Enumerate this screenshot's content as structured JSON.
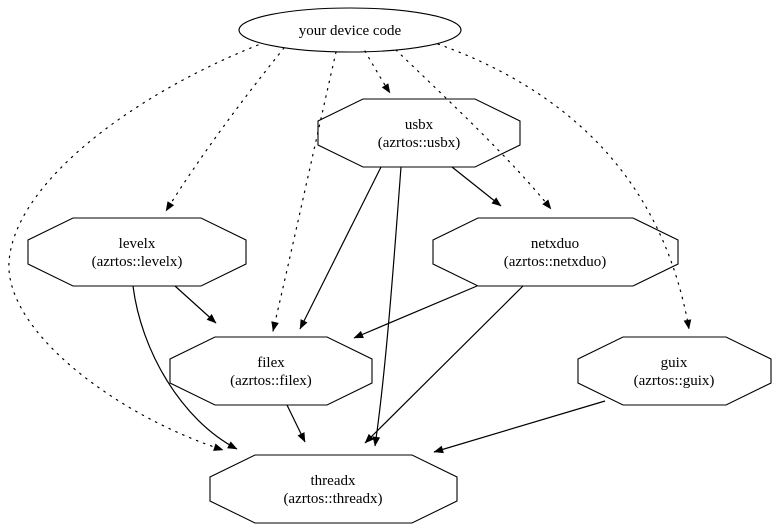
{
  "diagram": {
    "type": "dependency-graph",
    "background_color": "#ffffff",
    "stroke_color": "#000000",
    "nodes": {
      "device_code": {
        "label": "your device code",
        "shape": "ellipse"
      },
      "usbx": {
        "name": "usbx",
        "pkg": "(azrtos::usbx)",
        "shape": "octagon"
      },
      "levelx": {
        "name": "levelx",
        "pkg": "(azrtos::levelx)",
        "shape": "octagon"
      },
      "netxduo": {
        "name": "netxduo",
        "pkg": "(azrtos::netxduo)",
        "shape": "octagon"
      },
      "filex": {
        "name": "filex",
        "pkg": "(azrtos::filex)",
        "shape": "octagon"
      },
      "guix": {
        "name": "guix",
        "pkg": "(azrtos::guix)",
        "shape": "octagon"
      },
      "threadx": {
        "name": "threadx",
        "pkg": "(azrtos::threadx)",
        "shape": "octagon"
      }
    },
    "edges": [
      {
        "from": "device_code",
        "to": "usbx",
        "style": "dotted"
      },
      {
        "from": "device_code",
        "to": "levelx",
        "style": "dotted"
      },
      {
        "from": "device_code",
        "to": "netxduo",
        "style": "dotted"
      },
      {
        "from": "device_code",
        "to": "filex",
        "style": "dotted"
      },
      {
        "from": "device_code",
        "to": "guix",
        "style": "dotted"
      },
      {
        "from": "device_code",
        "to": "threadx",
        "style": "dotted"
      },
      {
        "from": "usbx",
        "to": "netxduo",
        "style": "solid"
      },
      {
        "from": "usbx",
        "to": "filex",
        "style": "solid"
      },
      {
        "from": "usbx",
        "to": "threadx",
        "style": "solid"
      },
      {
        "from": "levelx",
        "to": "filex",
        "style": "solid"
      },
      {
        "from": "levelx",
        "to": "threadx",
        "style": "solid"
      },
      {
        "from": "netxduo",
        "to": "filex",
        "style": "solid"
      },
      {
        "from": "netxduo",
        "to": "threadx",
        "style": "solid"
      },
      {
        "from": "filex",
        "to": "threadx",
        "style": "solid"
      },
      {
        "from": "guix",
        "to": "threadx",
        "style": "solid"
      }
    ]
  }
}
